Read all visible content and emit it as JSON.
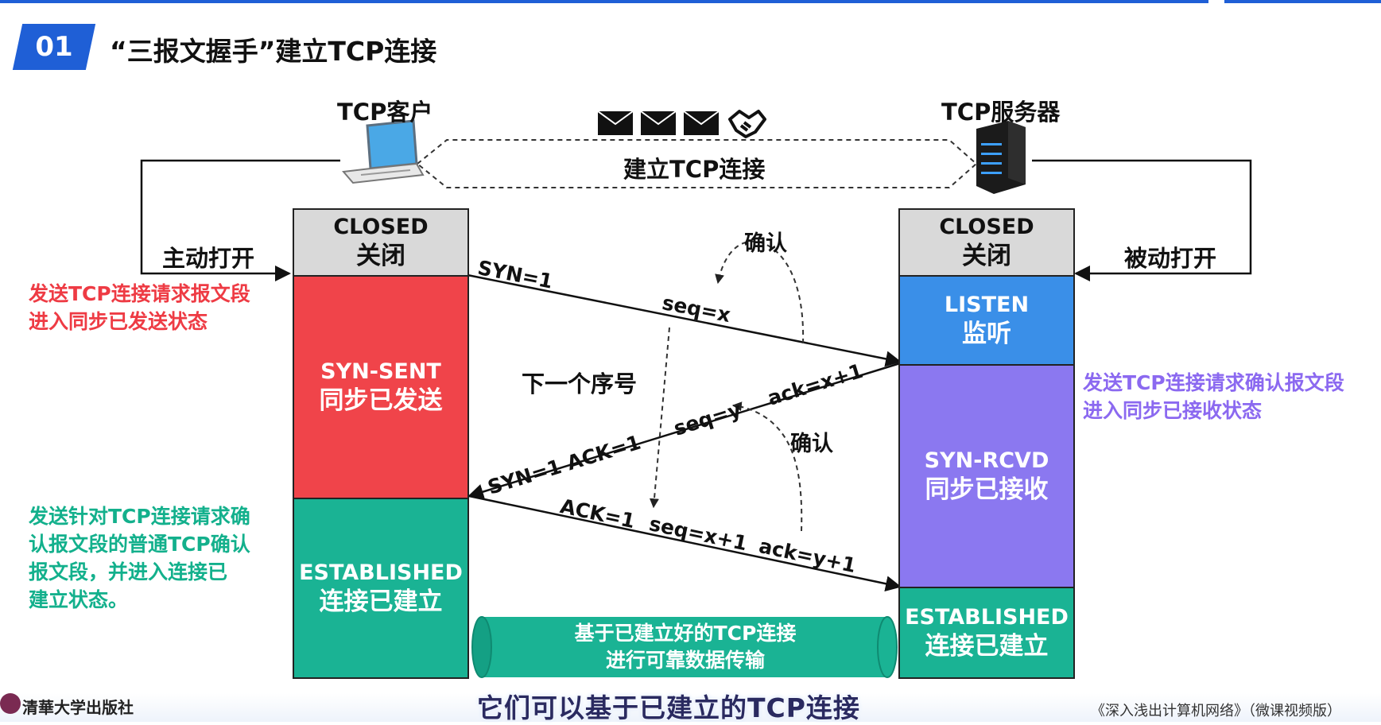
{
  "header": {
    "badge": "01",
    "title": "“三报文握手”建立TCP连接"
  },
  "client": {
    "label": "TCP客户"
  },
  "server": {
    "label": "TCP服务器"
  },
  "connection_label": "建立TCP连接",
  "client_action": "主动打开",
  "server_action": "被动打开",
  "client_states": [
    {
      "en": "CLOSED",
      "zh": "关闭"
    },
    {
      "en": "SYN-SENT",
      "zh": "同步已发送"
    },
    {
      "en": "ESTABLISHED",
      "zh": "连接已建立"
    }
  ],
  "server_states": [
    {
      "en": "CLOSED",
      "zh": "关闭"
    },
    {
      "en": "LISTEN",
      "zh": "监听"
    },
    {
      "en": "SYN-RCVD",
      "zh": "同步已接收"
    },
    {
      "en": "ESTABLISHED",
      "zh": "连接已建立"
    }
  ],
  "notes": {
    "client_send": [
      "发送TCP连接请求报文段",
      "进入同步已发送状态"
    ],
    "server_send": [
      "发送TCP连接请求确认报文段",
      "进入同步已接收状态"
    ],
    "client_ack": [
      "发送针对TCP连接请求确",
      "认报文段的普通TCP确认",
      "报文段，并进入连接已",
      "建立状态。"
    ]
  },
  "messages": {
    "syn": "SYN=1",
    "seq_x": "seq=x",
    "confirm1": "确认",
    "next_seq": "下一个序号",
    "ack_x1": "ack=x+1",
    "seq_y": "seq=y",
    "confirm2": "确认",
    "syn_ack": "SYN=1  ACK=1",
    "ack1": "ACK=1",
    "seq_x1": "seq=x+1",
    "ack_y1": "ack=y+1"
  },
  "tube": [
    "基于已建立好的TCP连接",
    "进行可靠数据传输"
  ],
  "subtitle": "它们可以基于已建立的TCP连接",
  "footer": {
    "publisher": "清華大学出版社",
    "book": "《深入浅出计算机网络》（微课视频版）"
  },
  "colors": {
    "accent": "#1f5fd6",
    "syn_sent": "#f0444a",
    "established": "#1ab394",
    "listen": "#3a8fe8",
    "syn_rcvd": "#8b78f0",
    "closed": "#d9d9d9"
  }
}
